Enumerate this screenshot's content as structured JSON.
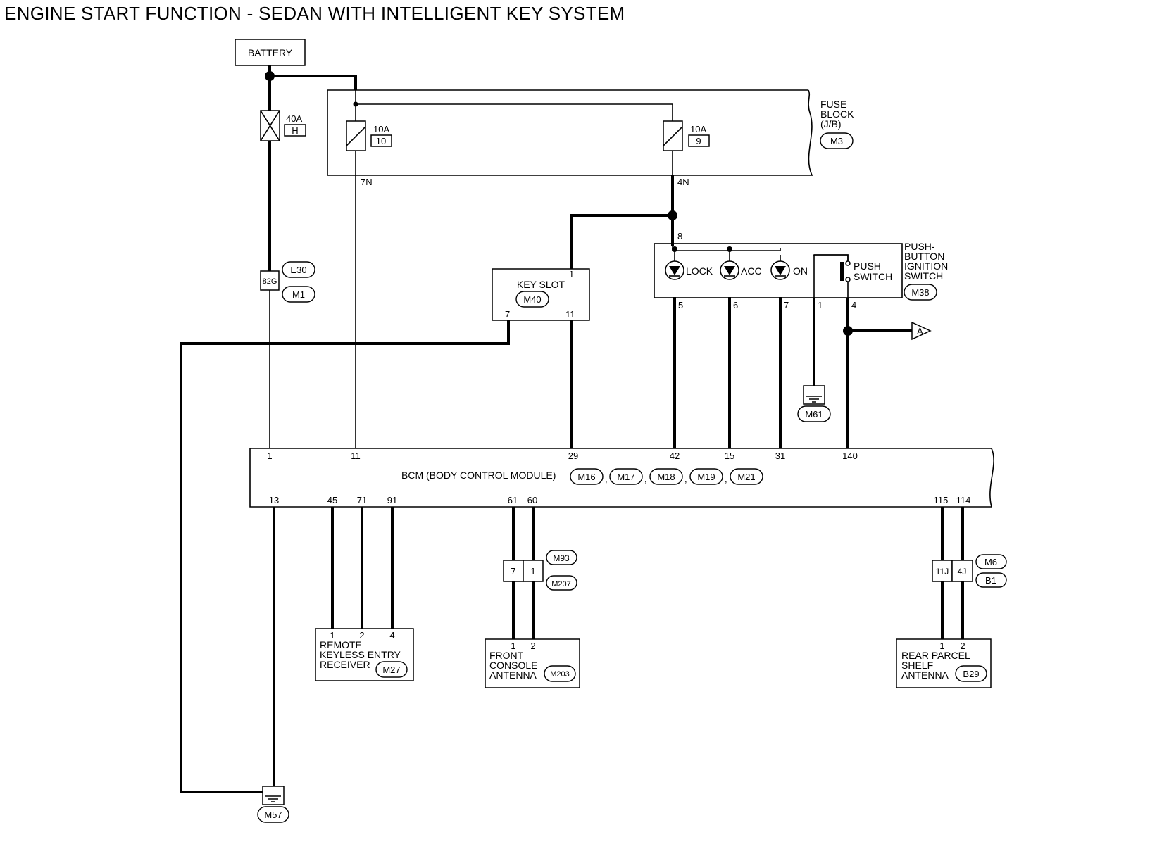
{
  "title": "ENGINE START FUNCTION - SEDAN WITH INTELLIGENT KEY SYSTEM",
  "battery": "BATTERY",
  "fusible_link": {
    "amp": "40A",
    "id": "H"
  },
  "fuse_block": {
    "line1": "FUSE",
    "line2": "BLOCK",
    "line3": "(J/B)",
    "connector": "M3",
    "fuse_a": {
      "amp": "10A",
      "id": "10",
      "pin": "7N"
    },
    "fuse_b": {
      "amp": "10A",
      "id": "9",
      "pin": "4N"
    }
  },
  "joint_e30": {
    "pin": "82G",
    "conn_top": "E30",
    "conn_bottom": "M1"
  },
  "key_slot": {
    "name": "KEY SLOT",
    "connector": "M40",
    "pin_1": "1",
    "pin_7": "7",
    "pin_11": "11"
  },
  "push_switch": {
    "line1": "PUSH-",
    "line2": "BUTTON",
    "line3": "IGNITION",
    "line4": "SWITCH",
    "connector": "M38",
    "pin_8": "8",
    "lock": "LOCK",
    "acc": "ACC",
    "on": "ON",
    "switch_line1": "PUSH",
    "switch_line2": "SWITCH",
    "pins_bottom": [
      "5",
      "6",
      "7",
      "1",
      "4"
    ]
  },
  "connector_a": "A",
  "ground_m61": "M61",
  "ground_m57": "M57",
  "bcm": {
    "name": "BCM (BODY CONTROL MODULE)",
    "connectors": [
      "M16",
      "M17",
      "M18",
      "M19",
      "M21"
    ],
    "top_pins": [
      "1",
      "11",
      "29",
      "42",
      "15",
      "31",
      "140"
    ],
    "bottom_pins": [
      "13",
      "45",
      "71",
      "91",
      "61",
      "60",
      "115",
      "114"
    ]
  },
  "joint_m93": {
    "pin_left": "7",
    "pin_right": "1",
    "conn_top": "M93",
    "conn_bottom": "M207"
  },
  "joint_m6": {
    "pin_left": "11J",
    "pin_right": "4J",
    "conn_top": "M6",
    "conn_bottom": "B1"
  },
  "receiver": {
    "pins": [
      "1",
      "2",
      "4"
    ],
    "line1": "REMOTE",
    "line2": "KEYLESS ENTRY",
    "line3": "RECEIVER",
    "connector": "M27"
  },
  "front_antenna": {
    "pins": [
      "1",
      "2"
    ],
    "line1": "FRONT",
    "line2": "CONSOLE",
    "line3": "ANTENNA",
    "connector": "M203"
  },
  "rear_antenna": {
    "pins": [
      "1",
      "2"
    ],
    "line1": "REAR PARCEL",
    "line2": "SHELF",
    "line3": "ANTENNA",
    "connector": "B29"
  }
}
